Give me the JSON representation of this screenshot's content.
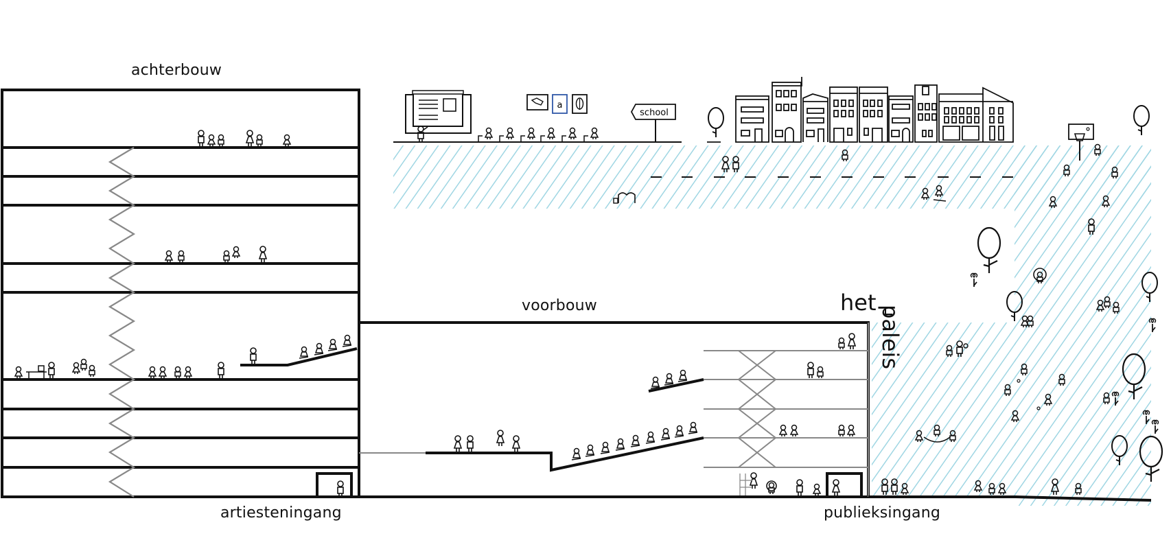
{
  "diagram": {
    "title_logo": {
      "part1": "het",
      "part2": "paleis"
    },
    "labels": {
      "rear_building": "achterbouw",
      "front_building": "voorbouw",
      "artist_entrance": "artiesteningang",
      "public_entrance": "publieksingang",
      "school_sign": "school",
      "letter_card": "a"
    },
    "colors": {
      "line": "#111111",
      "secondary_line": "#888888",
      "hatch": "#9fd6e3",
      "letter_card_border": "#2f57a8"
    },
    "scenes": [
      "classroom with teacher and six pupils",
      "row of town houses",
      "street with dashed center line",
      "park with trees, flowers and playing children",
      "basketball hoop"
    ]
  }
}
